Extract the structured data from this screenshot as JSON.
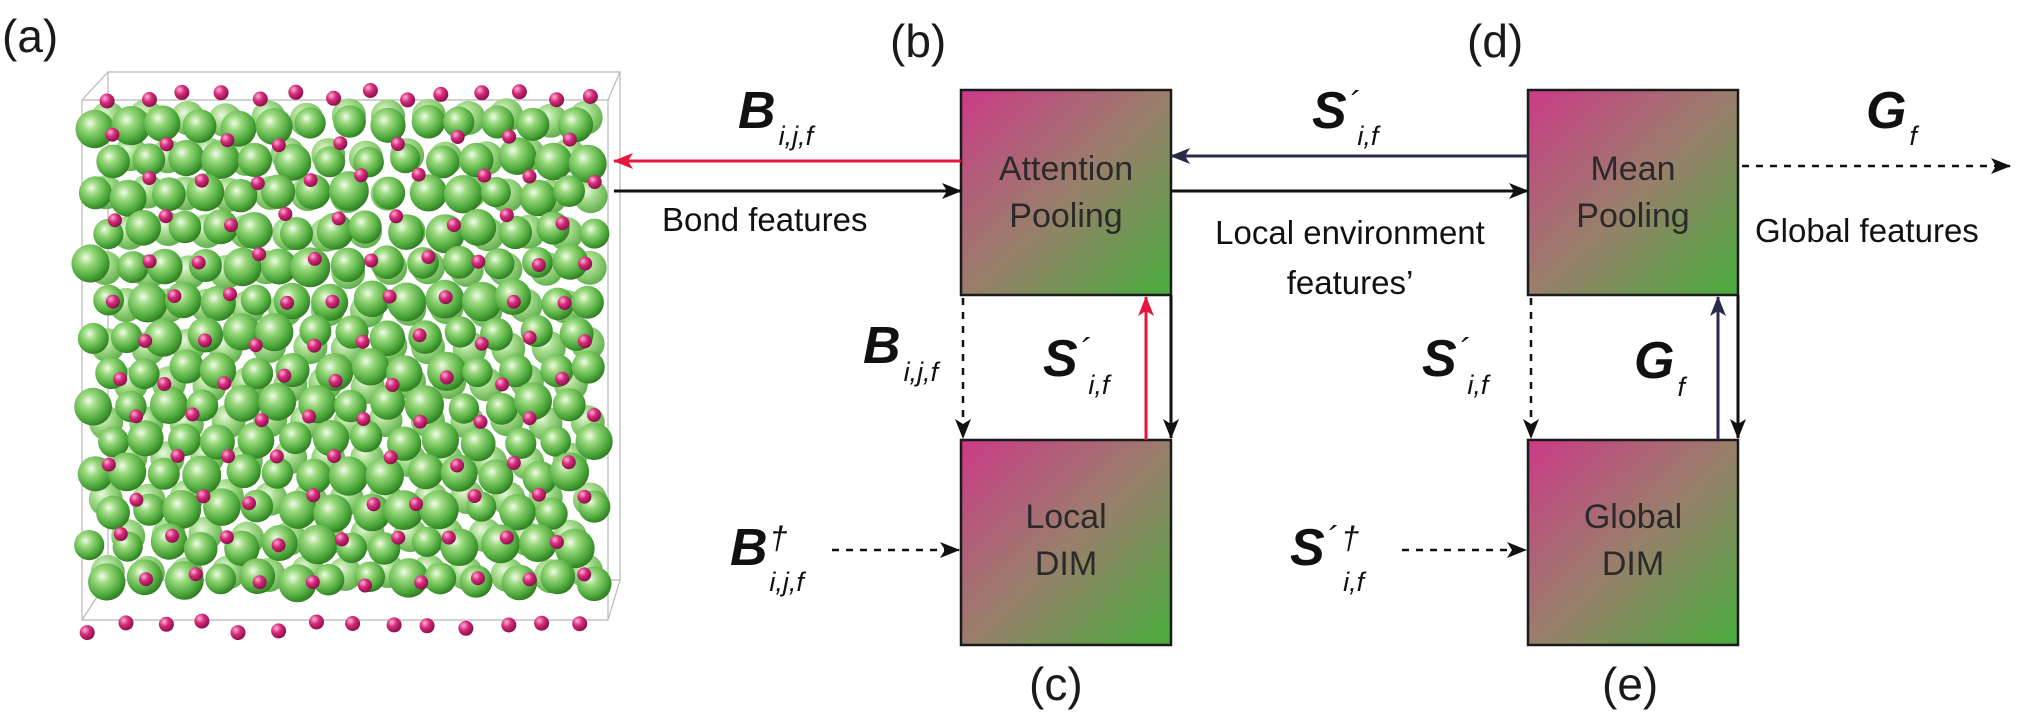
{
  "panels": {
    "a": "(a)",
    "b": "(b)",
    "c": "(c)",
    "d": "(d)",
    "e": "(e)"
  },
  "boxes": {
    "attention": {
      "line1": "Attention",
      "line2": "Pooling"
    },
    "local_dim": {
      "line1": "Local",
      "line2": "DIM"
    },
    "mean": {
      "line1": "Mean",
      "line2": "Pooling"
    },
    "global_dim": {
      "line1": "Global",
      "line2": "DIM"
    }
  },
  "labels": {
    "bond_features": "Bond features",
    "local_env_1": "Local environment",
    "local_env_2": "features’",
    "global_features": "Global features"
  },
  "symbols": {
    "B": "B",
    "S": "S",
    "G": "G",
    "prime": "´",
    "dagger": "†",
    "sub_ijf": "i,j,f",
    "sub_if": "i,f",
    "sub_f": "f"
  },
  "colors": {
    "box_magenta": "#cc3a87",
    "box_mid": "#9a7e6c",
    "box_green": "#48ad3c",
    "arrow_red": "#e5173f",
    "arrow_navy": "#2c2a4a",
    "arrow_black": "#111111",
    "atom_green": "#52b33f",
    "atom_magenta": "#c3176d"
  }
}
